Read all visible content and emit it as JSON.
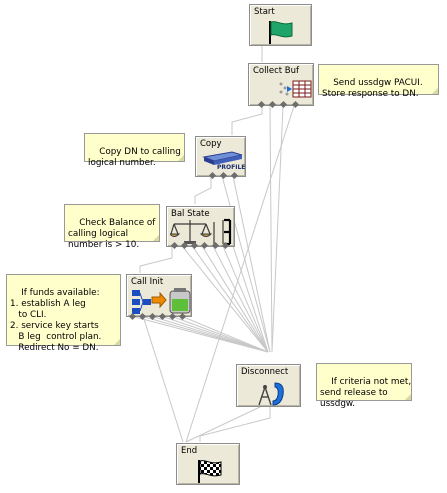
{
  "nodes": {
    "start": {
      "label": "Start",
      "icon": "green-flag-icon"
    },
    "collect_buf": {
      "label": "Collect Buf",
      "icon": "buffer-grid-icon"
    },
    "copy": {
      "label": "Copy",
      "icon": "profile-block-icon",
      "badge": "PROFILE"
    },
    "bal_state": {
      "label": "Bal State",
      "icon": "balance-scales-icon"
    },
    "call_init": {
      "label": "Call Init",
      "icon": "call-init-icon"
    },
    "disconnect": {
      "label": "Disconnect",
      "icon": "disconnect-phone-icon"
    },
    "end": {
      "label": "End",
      "icon": "checkered-flag-icon"
    }
  },
  "notes": {
    "collect_buf_note": "Send ussdgw PACUI.\nStore response to DN.",
    "copy_note": "Copy DN to calling\nlogical number.",
    "bal_state_note": "Check Balance of\ncalling logical\nnumber is > 10.",
    "call_init_note": "If funds available:\n1. establish A leg\n   to CLI.\n2. service key starts\n   B leg  control plan.\n   Redirect No = DN.",
    "disconnect_note": "If criteria not met,\nsend release to\nussdgw."
  },
  "colors": {
    "node_bg": "#ece9d8",
    "note_bg": "#ffffcc",
    "wire": "#c8c8c8",
    "flag_green": "#1fa56a"
  }
}
